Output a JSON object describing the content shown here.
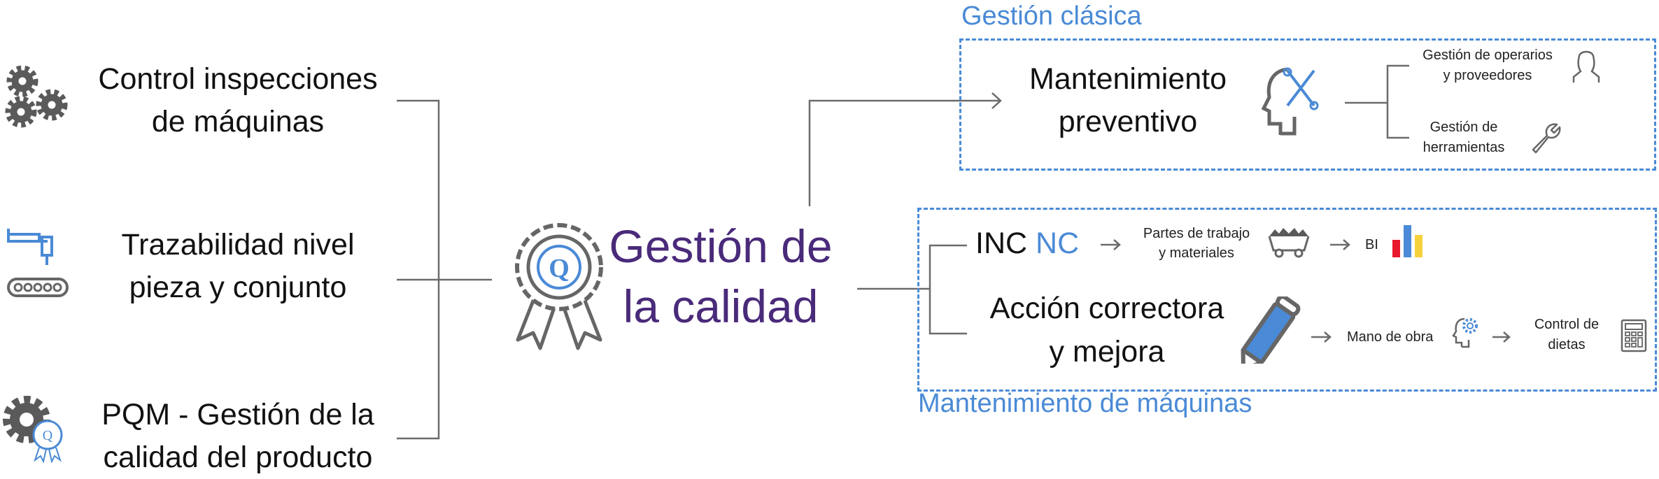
{
  "left_items": [
    {
      "line1": "Control inspecciones",
      "line2": "de máquinas",
      "icon": "gears-icon"
    },
    {
      "line1": "Trazabilidad nivel",
      "line2": "pieza y conjunto",
      "icon": "conveyor-machine-icon"
    },
    {
      "line1": "PQM - Gestión de la",
      "line2": "calidad del producto",
      "icon": "gear-quality-badge-icon"
    }
  ],
  "center": {
    "line1": "Gestión de",
    "line2": "la calidad",
    "icon": "quality-award-icon",
    "color": "#4a2a7a"
  },
  "classic": {
    "label": "Gestión clásica",
    "main_line1": "Mantenimiento",
    "main_line2": "preventivo",
    "icon": "head-tools-icon",
    "branches": [
      {
        "line1": "Gestión de operarios",
        "line2": "y proveedores",
        "icon": "person-icon"
      },
      {
        "line1": "Gestión de",
        "line2": "herramientas",
        "icon": "wrench-icon"
      }
    ]
  },
  "machines": {
    "label": "Mantenimiento de máquinas",
    "inc": "INC",
    "nc": "NC",
    "parts_line1": "Partes de trabajo",
    "parts_line2": "y materiales",
    "bi": "BI",
    "action_line1": "Acción correctora",
    "action_line2": "y mejora",
    "labour": "Mano de obra",
    "diet_line1": "Control de",
    "diet_line2": "dietas"
  },
  "colors": {
    "accent_blue": "#4a8ad6",
    "purple": "#4a2a7a",
    "line_gray": "#6b6b6b",
    "bar_red": "#e8192c",
    "bar_blue": "#4a8ad6",
    "bar_yellow": "#f7d13c"
  }
}
